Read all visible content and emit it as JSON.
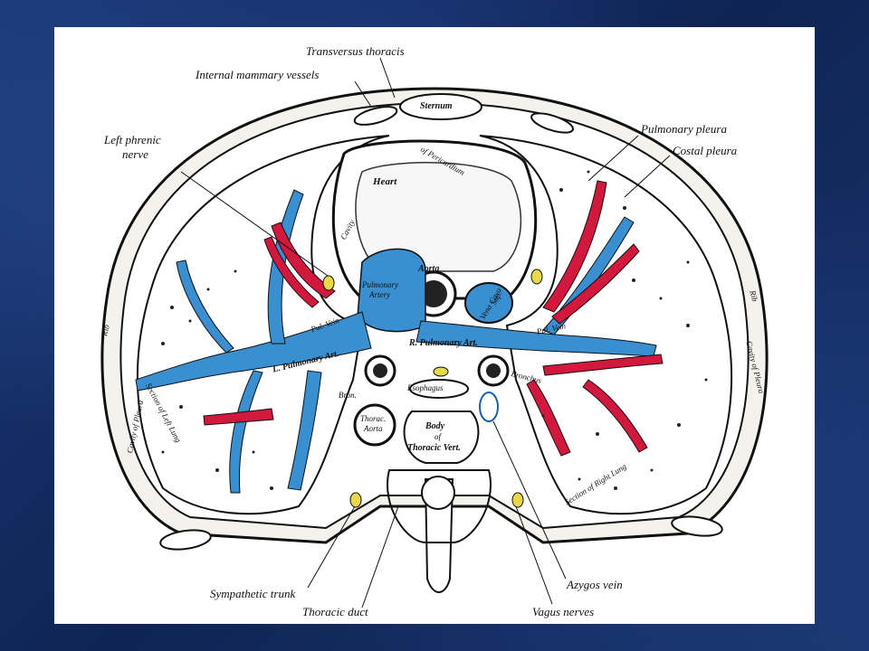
{
  "colors": {
    "background": "#12285a",
    "panel": "#ffffff",
    "vein_blue": "#3a8fd0",
    "artery_red": "#d2183c",
    "nerve_yellow": "#e8d84a",
    "outline": "#111111"
  },
  "labels": {
    "transversus_thoracis": "Transversus thoracis",
    "internal_mammary_vessels": "Internal mammary vessels",
    "left_phrenic_nerve_line1": "Left phrenic",
    "left_phrenic_nerve_line2": "nerve",
    "pulmonary_pleura": "Pulmonary pleura",
    "costal_pleura": "Costal pleura",
    "sympathetic_trunk": "Sympathetic trunk",
    "thoracic_duct": "Thoracic duct",
    "azygos_vein": "Azygos vein",
    "vagus_nerves": "Vagus nerves"
  },
  "inner_labels": {
    "sternum": "Sternum",
    "heart": "Heart",
    "cavity_of_pericardium_a": "Cavity",
    "cavity_of_pericardium_b": "of Pericardium",
    "aorta": "Aorta",
    "pulmonary_artery_line1": "Pulmonary",
    "pulmonary_artery_line2": "Artery",
    "sup_vena_cava_line1": "Sup.",
    "sup_vena_cava_line2": "Vena Cava",
    "l_pulmonary_vein": "Pul. Vein",
    "r_pulmonary_vein": "Pul. Vein",
    "l_pulmonary_artery": "L. Pulmonary Art.",
    "r_pulmonary_artery": "R. Pulmonary Art.",
    "bronchus_left": "Bron.",
    "bronchus_right": "Bronchus",
    "esophagus": "Esophagus",
    "thoracic_aorta_line1": "Thorac.",
    "thoracic_aorta_line2": "Aorta",
    "body_of_vert_line1": "Body",
    "body_of_vert_line2": "of",
    "body_of_vert_line3": "Thoracic Vert.",
    "rib_left": "Rib",
    "rib_right": "Rib",
    "cavity_of_pleura_left": "Cavity of Pleura",
    "cavity_of_pleura_right": "Cavity of Pleura",
    "section_left_lung": "Section of Left Lung",
    "section_right_lung": "Section of Right Lung"
  }
}
